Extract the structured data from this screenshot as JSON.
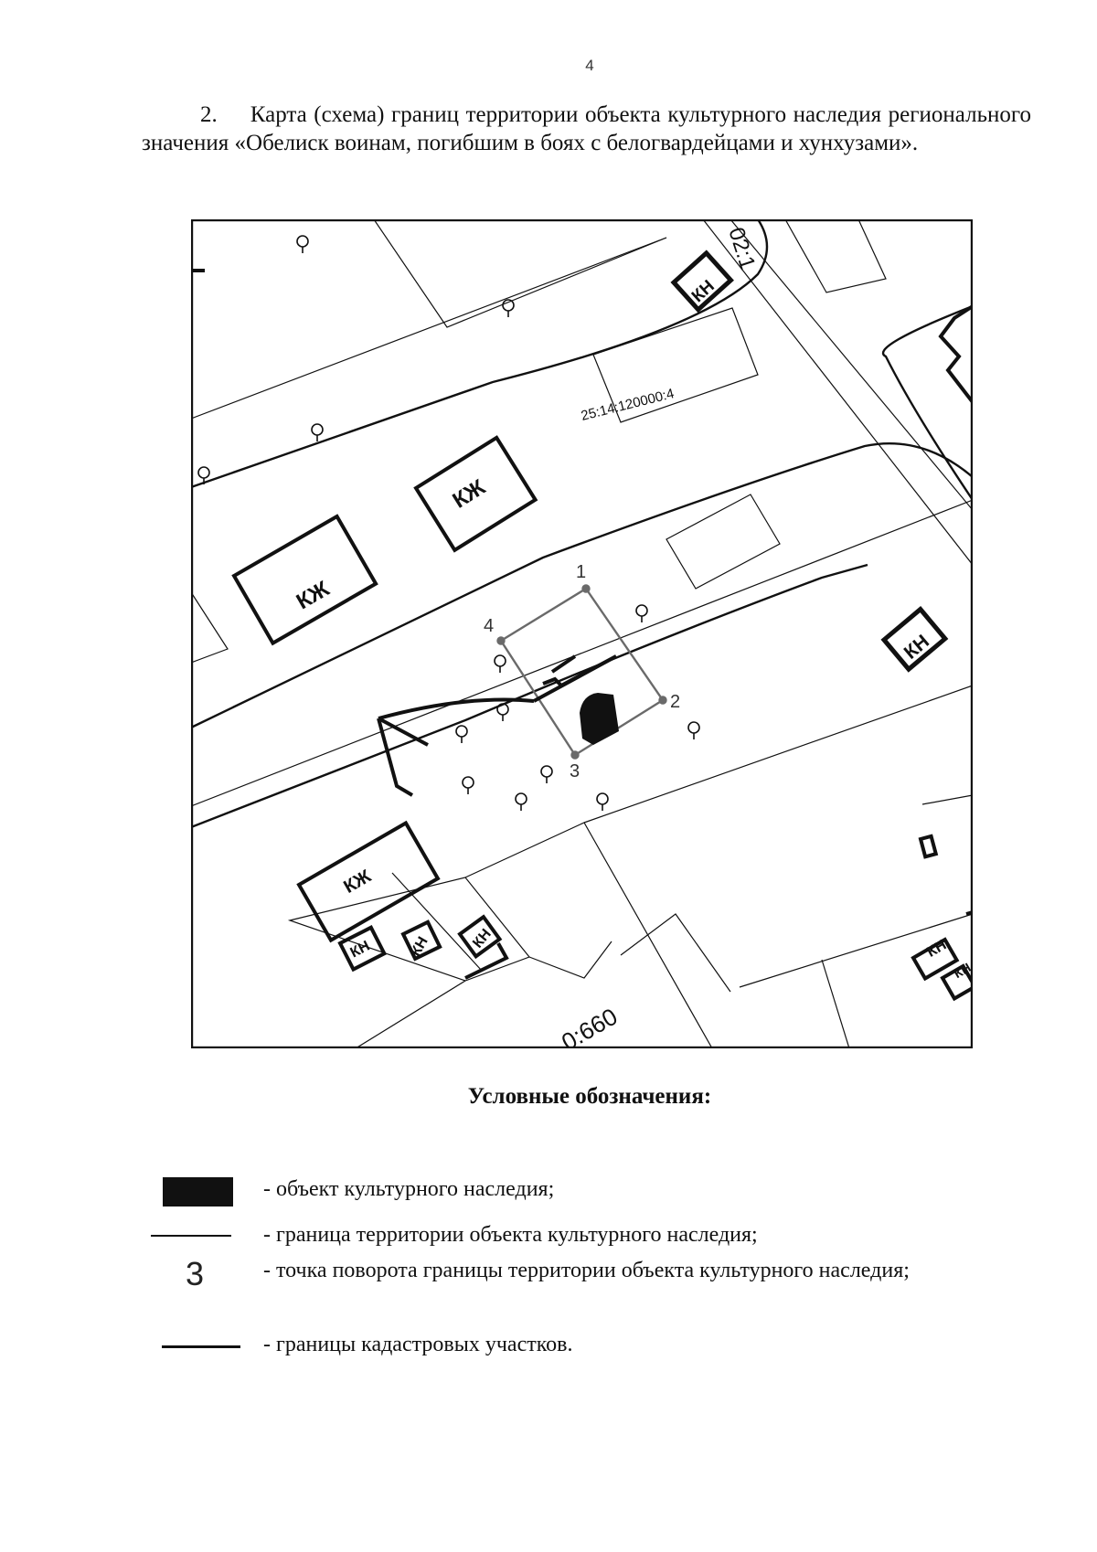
{
  "page_number": "4",
  "intro": {
    "number": "2.",
    "text": "Карта (схема) границ территории объекта культурного наследия регионального значения «Обелиск воинам, погибшим в боях с белогвардейцами и хунхузами»."
  },
  "map": {
    "labels": {
      "kzh": "КЖ",
      "kn": "КН",
      "cadastral_number": "25:14:120000:4",
      "partial_number_top": "02:1",
      "partial_number_bottom": "0:660"
    },
    "points": [
      "1",
      "2",
      "3",
      "4"
    ]
  },
  "legend": {
    "title": "Условные обозначения:",
    "items": [
      {
        "symbol": "black-rectangle",
        "text": "- объект культурного наследия;"
      },
      {
        "symbol": "thin-line",
        "text": "- граница территории объекта культурного наследия;"
      },
      {
        "symbol": "point-number",
        "number": "3",
        "text": "- точка поворота границы территории объекта культурного наследия;"
      },
      {
        "symbol": "thick-line",
        "text": "- границы кадастровых участков."
      }
    ]
  }
}
